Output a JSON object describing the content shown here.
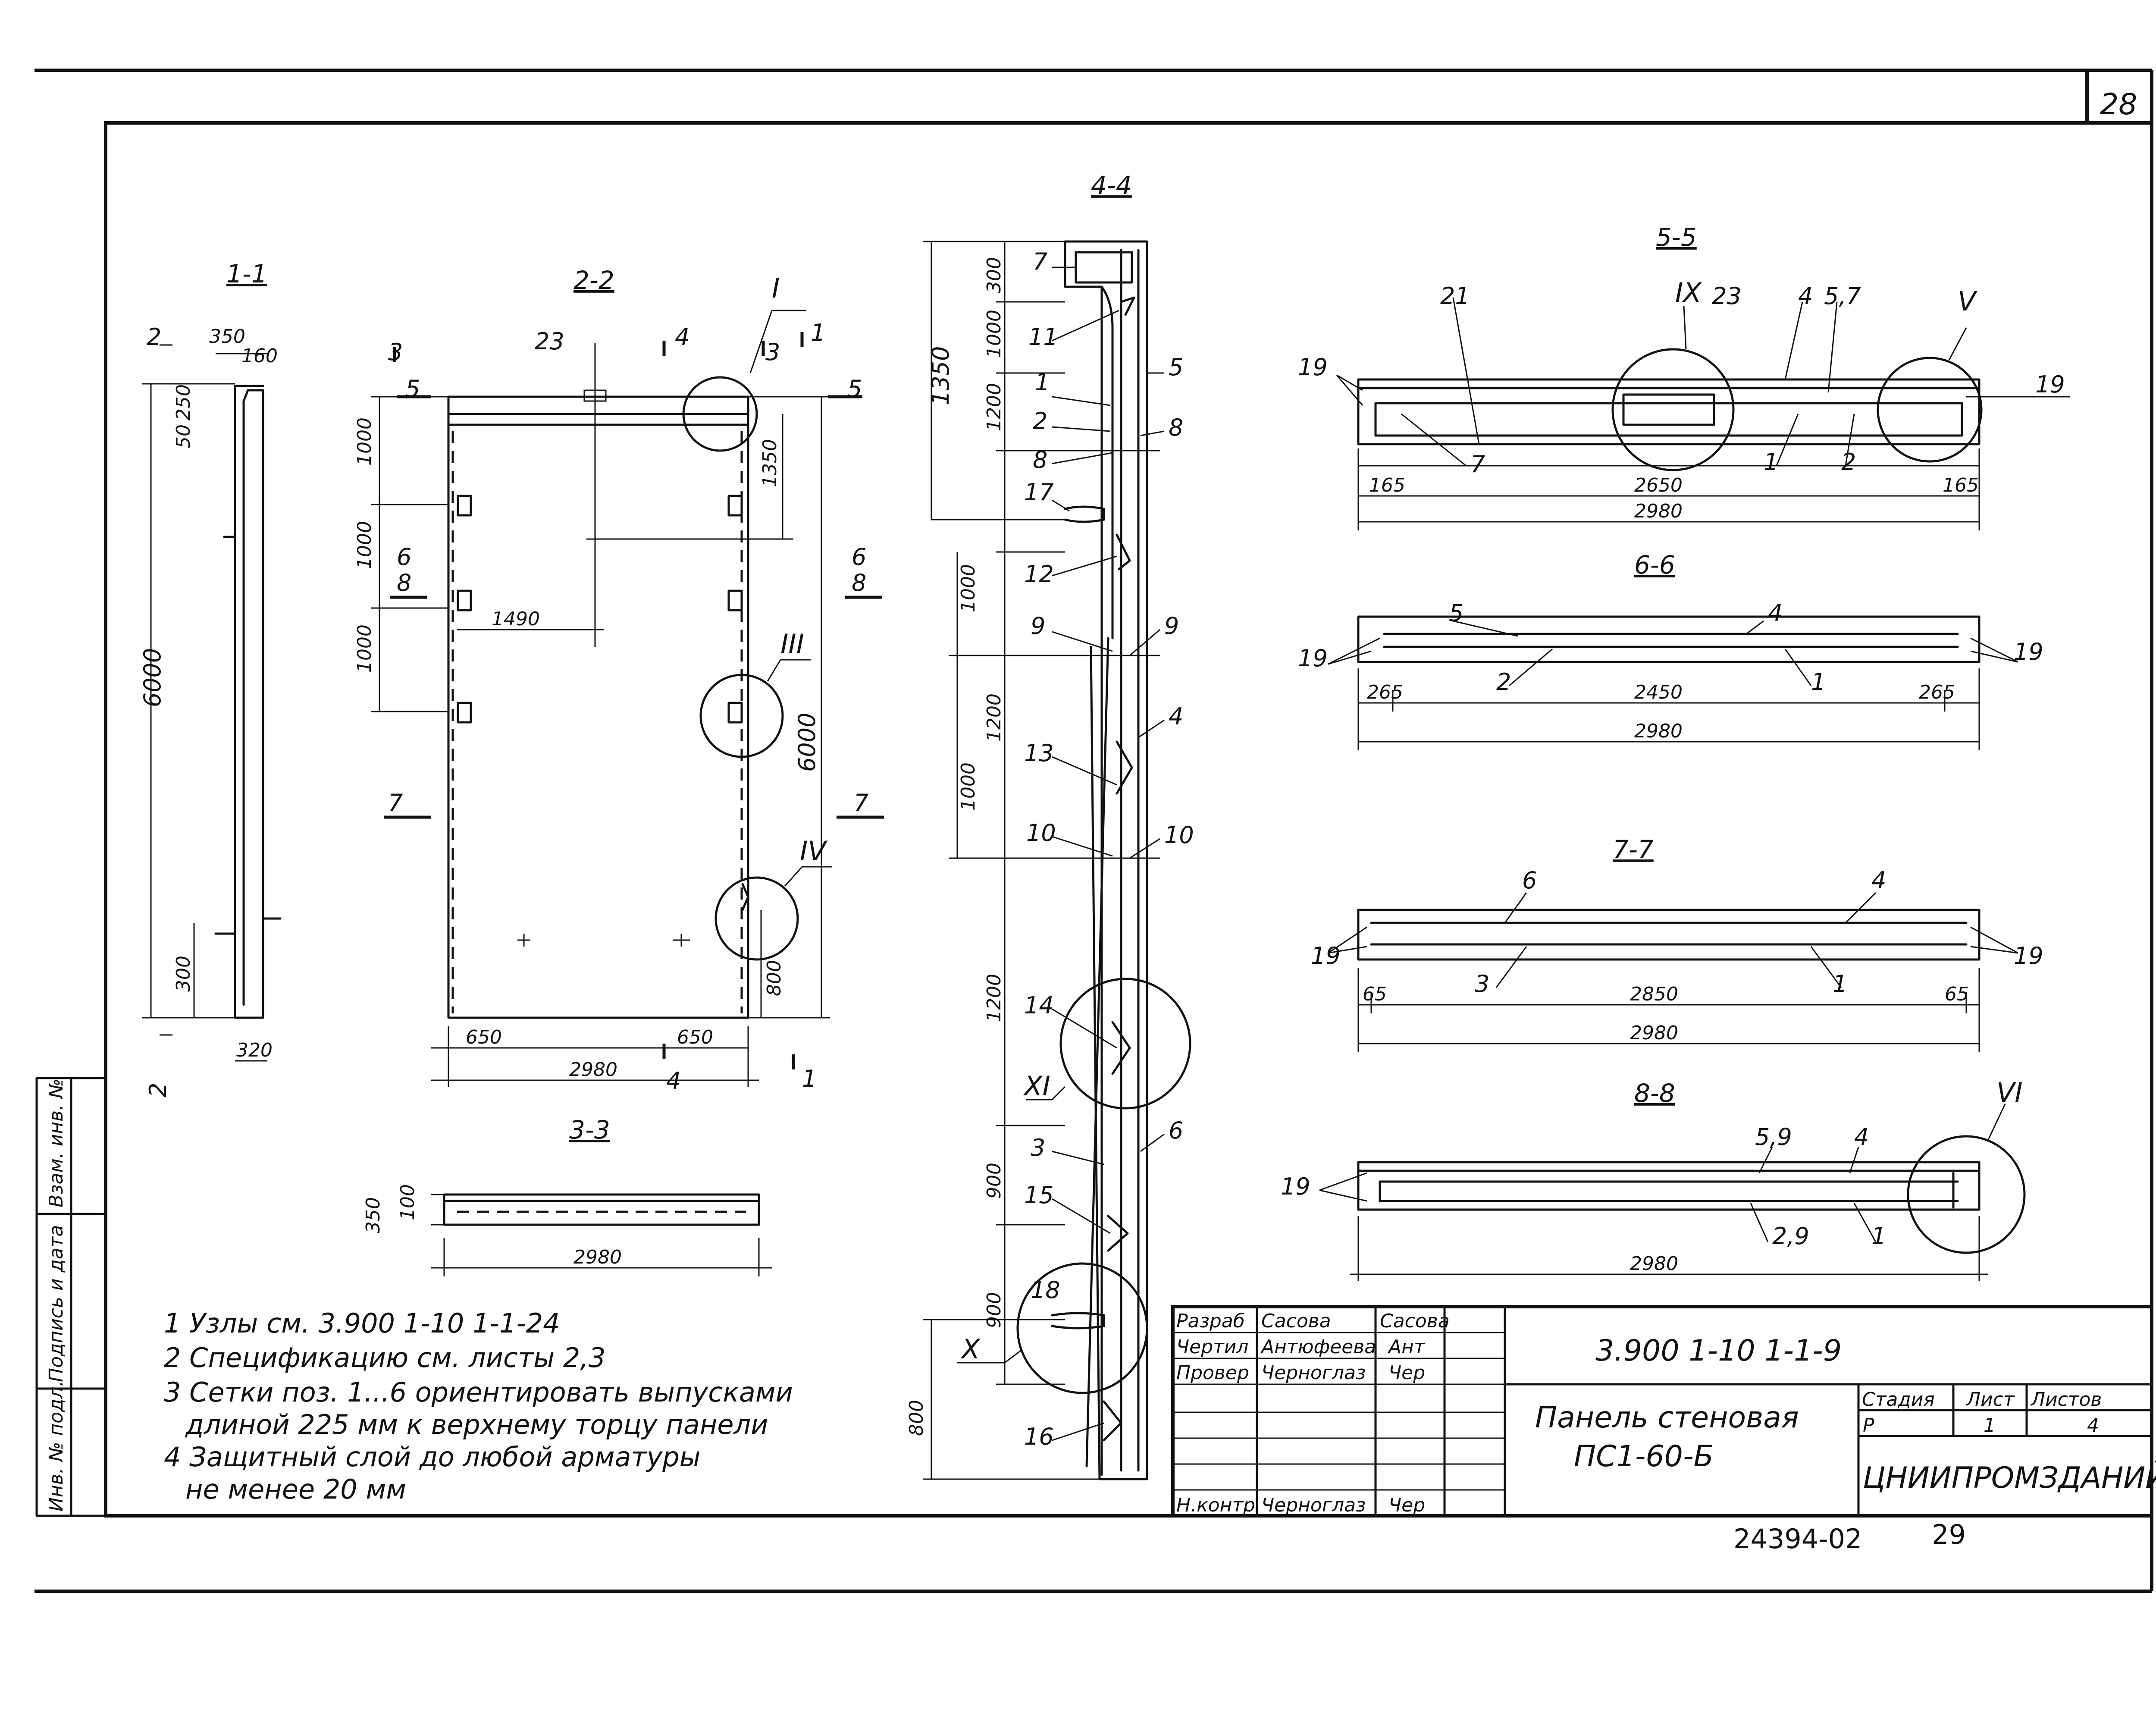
{
  "sheet": {
    "corner_sheet_no": "28",
    "doc_number": "3.900 1-10 1-1-9",
    "title_line1": "Панель стеновая",
    "title_line2": "ПС1-60-Б",
    "organization": "ЦНИИПРОМЗДАНИЙ",
    "stage_label": "Стадия",
    "stage_value": "Р",
    "sheet_label": "Лист",
    "sheet_value": "1",
    "sheets_label": "Листов",
    "sheets_value": "4",
    "footer_code": "24394-02",
    "footer_page": "29"
  },
  "stamp_rows": [
    {
      "role": "Разраб",
      "name": "Сасова",
      "sign": "Сасова"
    },
    {
      "role": "Чертил",
      "name": "Антюфеева",
      "sign": "Ант"
    },
    {
      "role": "Провер",
      "name": "Черноглаз",
      "sign": "Чер"
    },
    {
      "role": "Н.контр",
      "name": "Черноглаз",
      "sign": "Чер"
    }
  ],
  "side_labels": [
    "Инв. № подл.",
    "Подпись и дата",
    "Взам. инв. №"
  ],
  "notes": [
    "1 Узлы см. 3.900 1-10 1-1-24",
    "2 Спецификацию см. листы 2,3",
    "3 Сетки поз. 1...6 ориентировать выпусками",
    "длиной 225 мм к верхнему торцу панели",
    "4 Защитный слой до любой арматуры",
    "не менее 20 мм"
  ],
  "section_titles": [
    "1-1",
    "2-2",
    "3-3",
    "4-4",
    "5-5",
    "6-6",
    "7-7",
    "8-8"
  ],
  "callouts": [
    "I",
    "III",
    "IV",
    "V",
    "VI",
    "IX",
    "X",
    "XI"
  ],
  "dims": {
    "s11": [
      "2",
      "350",
      "160",
      "50",
      "250",
      "6000",
      "300",
      "320"
    ],
    "s22": [
      "3",
      "5",
      "4",
      "23",
      "1000",
      "1000",
      "1000",
      "1490",
      "6",
      "8",
      "1350",
      "6000",
      "7",
      "650",
      "650",
      "2980",
      "800",
      "4",
      "1"
    ],
    "s33": [
      "350",
      "100",
      "2980"
    ],
    "s44": [
      "300",
      "1000",
      "1350",
      "1200",
      "1000",
      "1200",
      "1000",
      "1200",
      "900",
      "900",
      "800"
    ],
    "s55": [
      "21",
      "23",
      "4",
      "5,7",
      "19",
      "19",
      "7",
      "1",
      "2",
      "165",
      "2650",
      "165",
      "2980"
    ],
    "s66": [
      "5",
      "4",
      "19",
      "19",
      "2",
      "1",
      "265",
      "2450",
      "265",
      "2980"
    ],
    "s77": [
      "6",
      "4",
      "19",
      "19",
      "3",
      "1",
      "65",
      "2850",
      "65",
      "2980"
    ],
    "s88": [
      "5,9",
      "4",
      "19",
      "2,9",
      "1",
      "2980"
    ],
    "s44_pos": [
      "7",
      "11",
      "1",
      "2",
      "8",
      "8",
      "17",
      "5",
      "12",
      "9",
      "9",
      "13",
      "4",
      "10",
      "10",
      "14",
      "3",
      "15",
      "6",
      "18",
      "16"
    ]
  }
}
